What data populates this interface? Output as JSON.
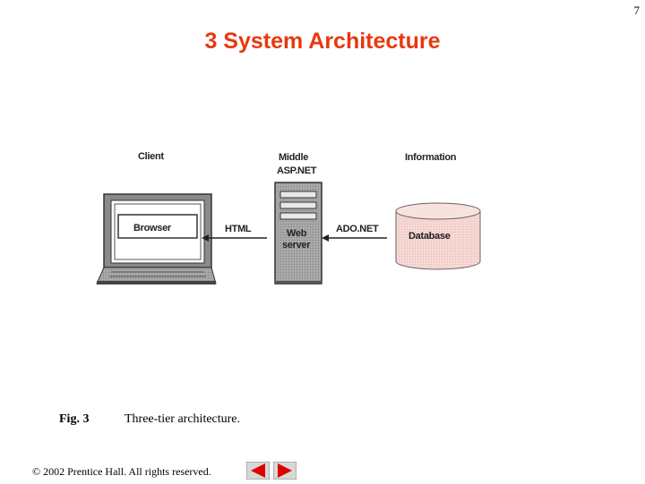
{
  "page_number": "7",
  "title": "3  System Architecture",
  "diagram": {
    "client_label": "Client",
    "browser_label": "Browser",
    "html_label": "HTML",
    "middle_label": "Middle",
    "aspnet_label": "ASP.NET",
    "web_label": "Web",
    "server_label": "server",
    "adonet_label": "ADO.NET",
    "information_label": "Information",
    "database_label": "Database"
  },
  "caption": {
    "figure": "Fig. 3",
    "text": "Three-tier architecture."
  },
  "footer": {
    "copyright": "© 2002 Prentice Hall.  All rights reserved.",
    "prev_icon": "left-arrow-icon",
    "next_icon": "right-arrow-icon",
    "nav_color": "#e00000"
  },
  "colors": {
    "title": "#e8380e",
    "database_fill": "#f6d8d4",
    "server_fill": "#a6a6a6"
  }
}
